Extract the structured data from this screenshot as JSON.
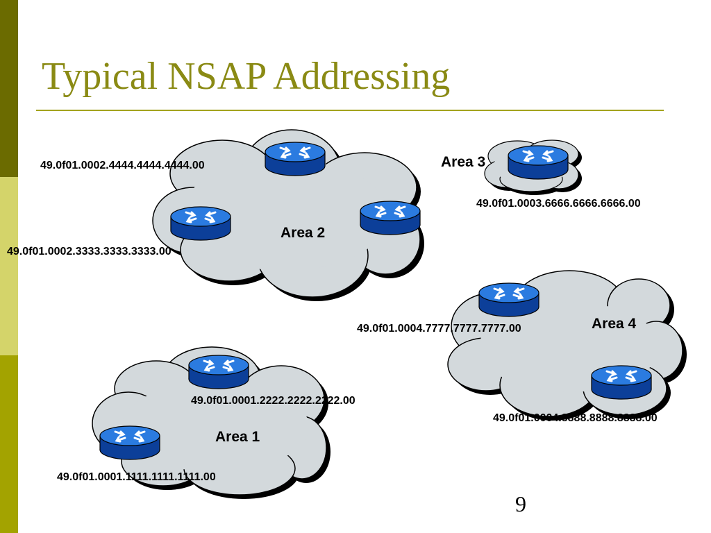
{
  "slide": {
    "title": "Typical NSAP Addressing",
    "page_number": "9",
    "colors": {
      "accent": "#8a8a14",
      "sidebar_dark": "#6b6b00",
      "sidebar_light": "#d4d46a",
      "sidebar_mid": "#a3a300",
      "cloud": "#d3d9dc",
      "router": "#1f6fd6"
    }
  },
  "areas": {
    "area1": "Area 1",
    "area2": "Area 2",
    "area3": "Area 3",
    "area4": "Area 4"
  },
  "addresses": {
    "a2_top": "49.0f01.0002.4444.4444.4444.00",
    "a2_left": "49.0f01.0002.3333.3333.3333.00",
    "a3": "49.0f01.0003.6666.6666.6666.00",
    "a4_top": "49.0f01.0004.7777.7777.7777.00",
    "a4_bottom": "49.0f01.0004.8888.8888.8888.00",
    "a1_top": "49.0f01.0001.2222.2222.2222.00",
    "a1_left": "49.0f01.0001.1111.1111.1111.00"
  },
  "icons": [
    "router-icon",
    "cloud-shape"
  ]
}
